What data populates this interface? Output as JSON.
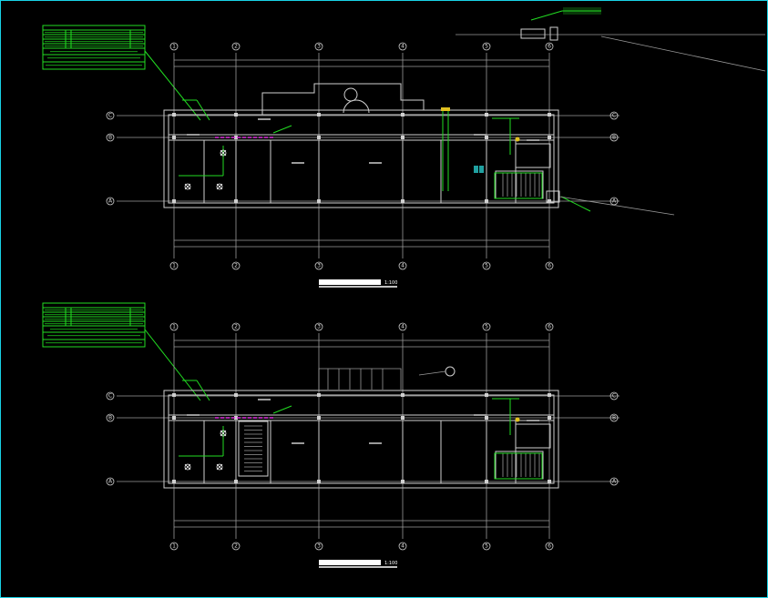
{
  "drawing": {
    "colors": {
      "background": "#000000",
      "frame": "#19d3e6",
      "lines": "#cfcfcf",
      "annotation": "#22dd22",
      "duct": "#e030e0"
    },
    "column_axes": [
      "1",
      "2",
      "3",
      "4",
      "5",
      "6"
    ],
    "row_axes": [
      "A",
      "B",
      "C"
    ],
    "plans": [
      {
        "id": "plan-1",
        "title": "",
        "scale": "1:100"
      },
      {
        "id": "plan-2",
        "title": "",
        "scale": "1:100"
      }
    ]
  }
}
